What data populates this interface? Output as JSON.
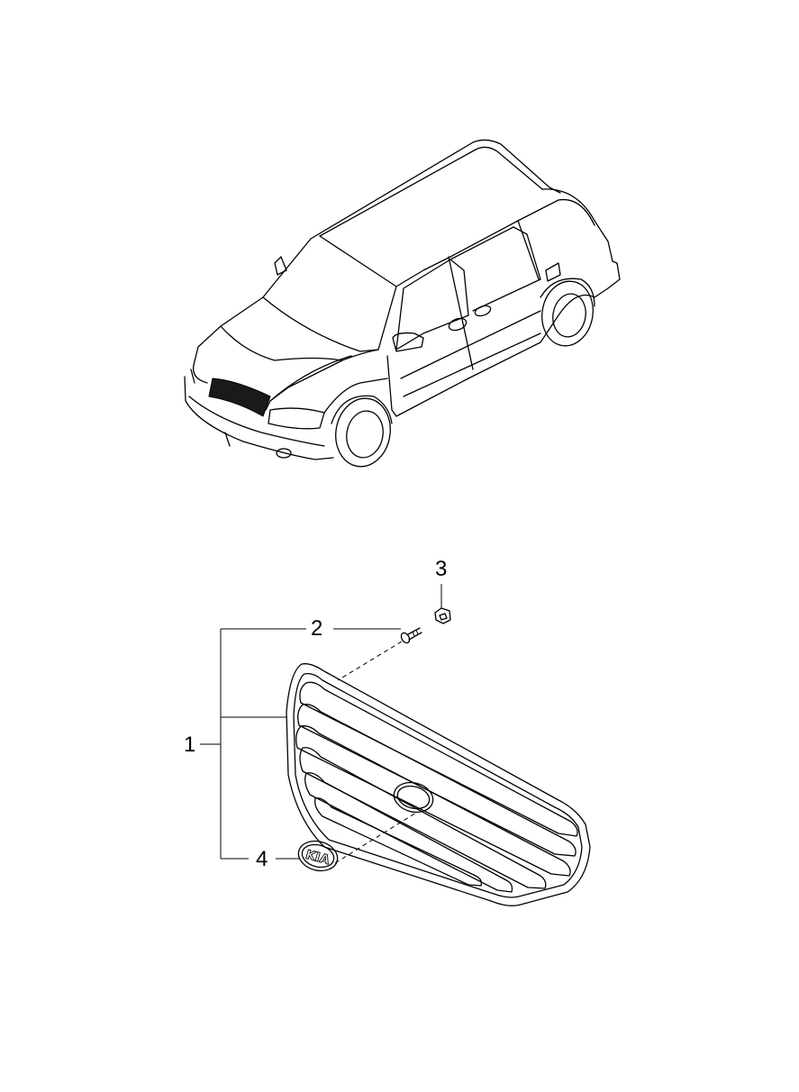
{
  "callouts": {
    "grille_assembly": "1",
    "screw": "2",
    "clip_nut": "3",
    "emblem": "4"
  },
  "emblem_text": "KIA",
  "colors": {
    "line": "#000000",
    "background": "#ffffff",
    "highlight_fill": "#1a1a1a"
  }
}
